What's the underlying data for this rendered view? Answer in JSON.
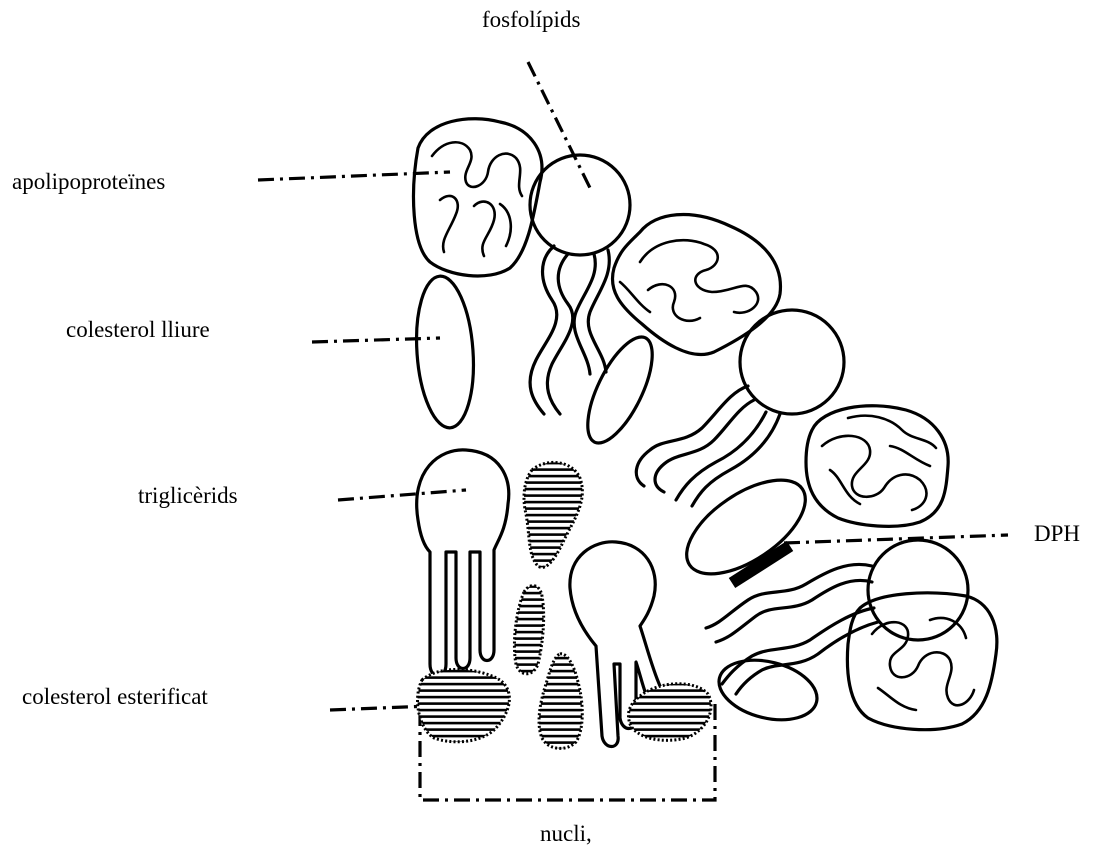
{
  "labels": {
    "phospholipids": "fosfolípids",
    "apolipoproteins": "apolipoproteïnes",
    "free_cholesterol": "colesterol lliure",
    "triglycerides": "triglicèrids",
    "esterified_cholesterol": "colesterol esterificat",
    "dph": "DPH",
    "core": "nucli,"
  }
}
